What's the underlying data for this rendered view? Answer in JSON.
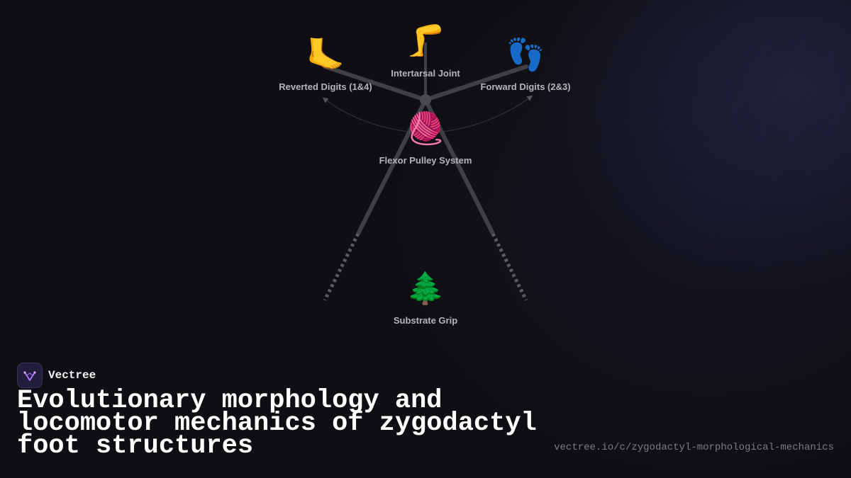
{
  "nodes": {
    "intertarsal": {
      "label": "Intertarsal Joint",
      "emoji": "🦵"
    },
    "reverted": {
      "label": "Reverted Digits (1&4)",
      "emoji": "🦶"
    },
    "forward": {
      "label": "Forward Digits (2&3)",
      "emoji": "👣"
    },
    "flexor": {
      "label": "Flexor Pulley System",
      "emoji": "🧶"
    },
    "substrate": {
      "label": "Substrate Grip",
      "emoji": "🌲"
    }
  },
  "brand": {
    "name": "Vectree"
  },
  "title": "Evolutionary morphology and locomotor mechanics of zygodactyl foot structures",
  "url": "vectree.io/c/zygodactyl-morphological-mechanics",
  "colors": {
    "background": "#0f0f13",
    "limb": "#404044",
    "label": "#b5b5b9",
    "title": "#ffffff",
    "url": "#7b7b80",
    "logo_accent": "#b57bff"
  }
}
